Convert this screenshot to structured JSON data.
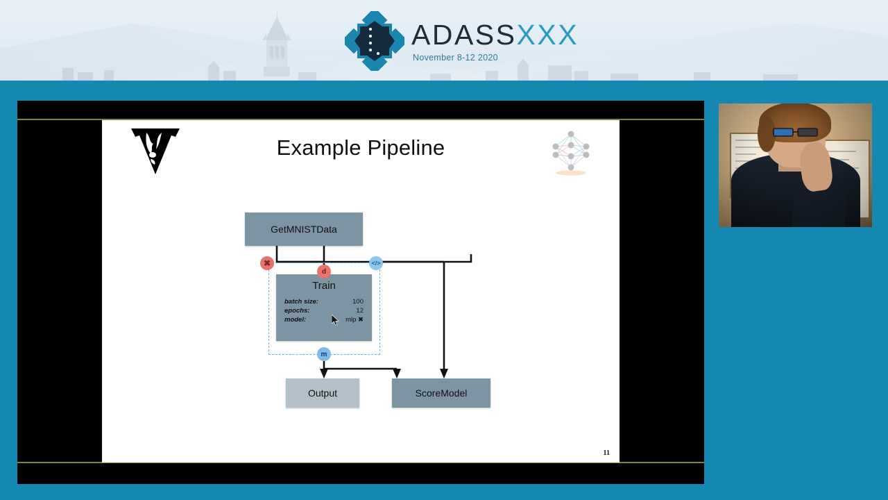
{
  "banner": {
    "logo_title_primary": "ADASS",
    "logo_title_secondary": "XXX",
    "date": "November 8-12 2020",
    "logo_icon": "adass-star-logo"
  },
  "player": {
    "slide": {
      "title": "Example Pipeline",
      "page_number": "11",
      "institution_logo": "vanderbilt-v-logo",
      "corner_icon": "neural-network-icon"
    }
  },
  "pipeline": {
    "nodes": [
      {
        "id": "getmnist",
        "label": "GetMNISTData"
      },
      {
        "id": "train",
        "label": "Train"
      },
      {
        "id": "output",
        "label": "Output"
      },
      {
        "id": "score",
        "label": "ScoreModel"
      }
    ],
    "train_params": [
      {
        "key": "batch size:",
        "value": "100"
      },
      {
        "key": "epochs:",
        "value": "12"
      },
      {
        "key": "model:",
        "value": "mlp"
      }
    ],
    "train_model_clear": "✖",
    "ports": [
      {
        "id": "d",
        "label": "d",
        "color": "#e8736a"
      },
      {
        "id": "m",
        "label": "m",
        "color": "#7dbbe8"
      }
    ],
    "buttons": [
      {
        "id": "close",
        "label": "✖",
        "color": "#e8736a"
      },
      {
        "id": "code",
        "label": "</>",
        "color": "#8dc7ec"
      }
    ],
    "node_color_default": "#7d95a2",
    "node_color_light": "#b2c0c9",
    "selection_color": "#62b3e0"
  },
  "webcam": {
    "label": "presenter-video"
  },
  "colors": {
    "page_background": "#1488b0",
    "banner_accent": "#2a9ac2",
    "slide_rule": "#7a8c2e",
    "letterbox": "#000000"
  }
}
